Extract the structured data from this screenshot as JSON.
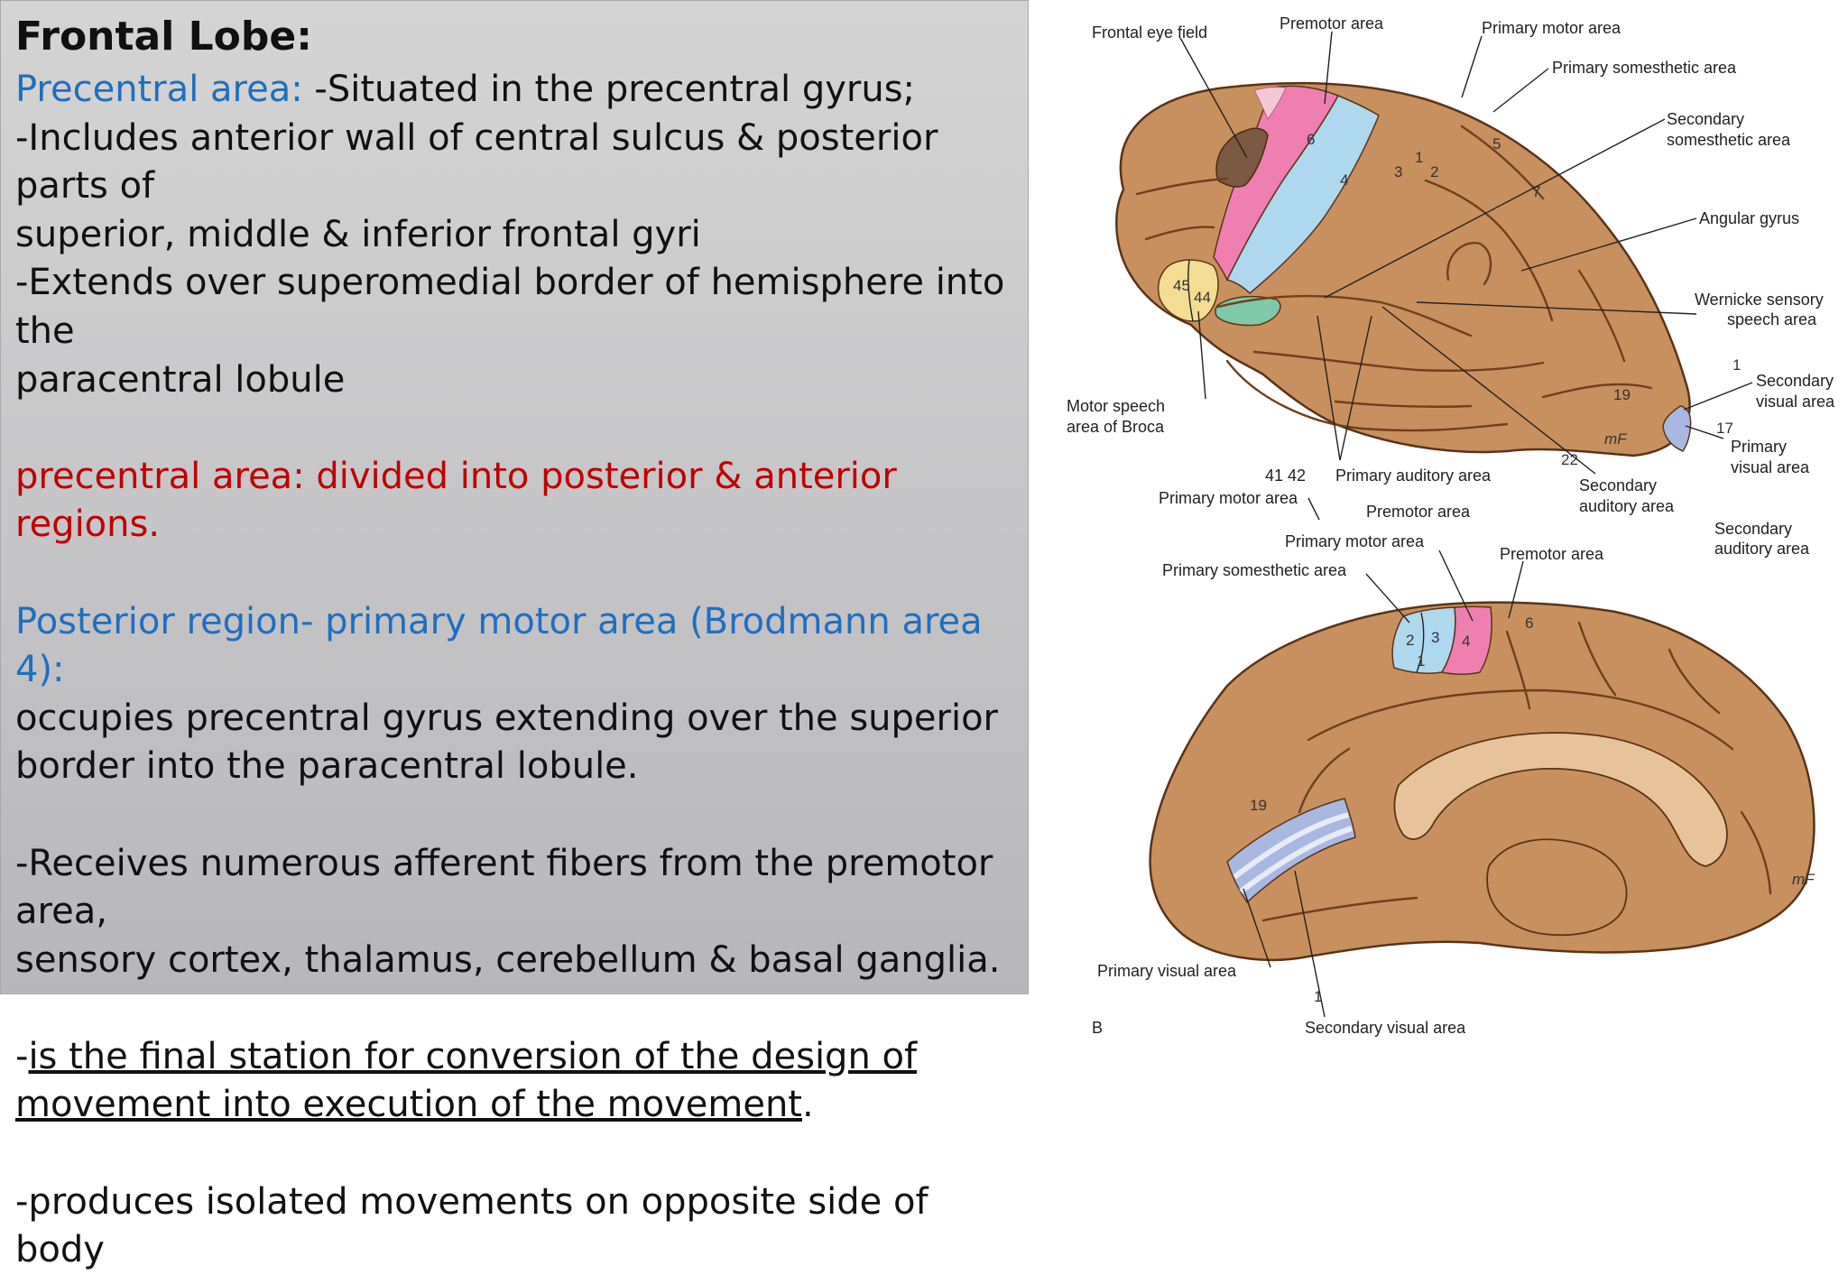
{
  "text": {
    "title": "Frontal Lobe:",
    "p1_label": "Precentral area:",
    "p1_rest": " -Situated in the precentral gyrus;",
    "p1_line2": "-Includes  anterior wall of central sulcus & posterior parts of",
    "p1_line3": "superior, middle & inferior frontal gyri",
    "p1_line4": "-Extends over superomedial border of hemisphere into the",
    "p1_line5": "paracentral lobule",
    "p2": "precentral area: divided into posterior & anterior regions.",
    "p3_head": "Posterior region- primary motor area (Brodmann area 4):",
    "p3_line2": "occupies precentral gyrus extending over the superior",
    "p3_line3": "border into the paracentral lobule.",
    "p4_line1": "-Receives numerous afferent fibers from the premotor area,",
    "p4_line2": "sensory cortex,  thalamus, cerebellum & basal ganglia.",
    "p5_dash": "-",
    "p5_u1": "is the final station for conversion of the design of",
    "p5_u2": "movement into execution of the movement",
    "p5_end": ".",
    "p6": " -produces isolated movements on opposite side of  body"
  },
  "diagram": {
    "lateral_labels": {
      "frontal_eye_field": "Frontal eye field",
      "premotor_area": "Premotor area",
      "primary_motor_area": "Primary motor area",
      "primary_somesthetic_area": "Primary somesthetic area",
      "secondary_somesthetic_1": "Secondary",
      "secondary_somesthetic_2": "somesthetic area",
      "angular_gyrus": "Angular gyrus",
      "wernicke_1": "Wernicke sensory",
      "wernicke_2": "speech area",
      "secondary_visual_1": "Secondary",
      "secondary_visual_2": "visual area",
      "primary_visual_1": "Primary",
      "primary_visual_2": "visual area",
      "broca_1": "Motor speech",
      "broca_2": "area of Broca",
      "areas_41_42": "41  42",
      "primary_auditory_area": "Primary auditory area",
      "secondary_auditory_1": "Secondary",
      "secondary_auditory_2": "auditory area",
      "primary_motor_area_low": "Primary motor area",
      "premotor_area_low": "Premotor area",
      "secondary_auditory_cut_1": "Secondary",
      "secondary_auditory_cut_2": "auditory area"
    },
    "lateral_numbers": {
      "n6": "6",
      "n4": "4",
      "n3": "3",
      "n1": "1",
      "n2": "2",
      "n5": "5",
      "n7": "7",
      "n45": "45",
      "n44": "44",
      "n19": "19",
      "n1b": "1",
      "n17": "17",
      "n22": "22"
    },
    "medial_labels": {
      "primary_motor_area": "Primary motor area",
      "primary_somesthetic_area": "Primary somesthetic area",
      "premotor_area": "Premotor area",
      "primary_visual_area": "Primary visual area",
      "secondary_visual_area": "Secondary visual area",
      "figure_letter": "B"
    },
    "medial_numbers": {
      "n2": "2",
      "n3": "3",
      "n1": "1",
      "n4": "4",
      "n6": "6",
      "n19": "19",
      "n1b": "1"
    },
    "signatures": {
      "lateral": "mF",
      "medial": "mF"
    },
    "colors": {
      "cortex": "#c8905e",
      "motor": "#ee7fb0",
      "somesthetic": "#aed8ee",
      "broca": "#f2dd92",
      "auditory": "#7ec9a8",
      "visual": "#a9b8e3",
      "corpus_callosum": "#e6c39a"
    }
  }
}
